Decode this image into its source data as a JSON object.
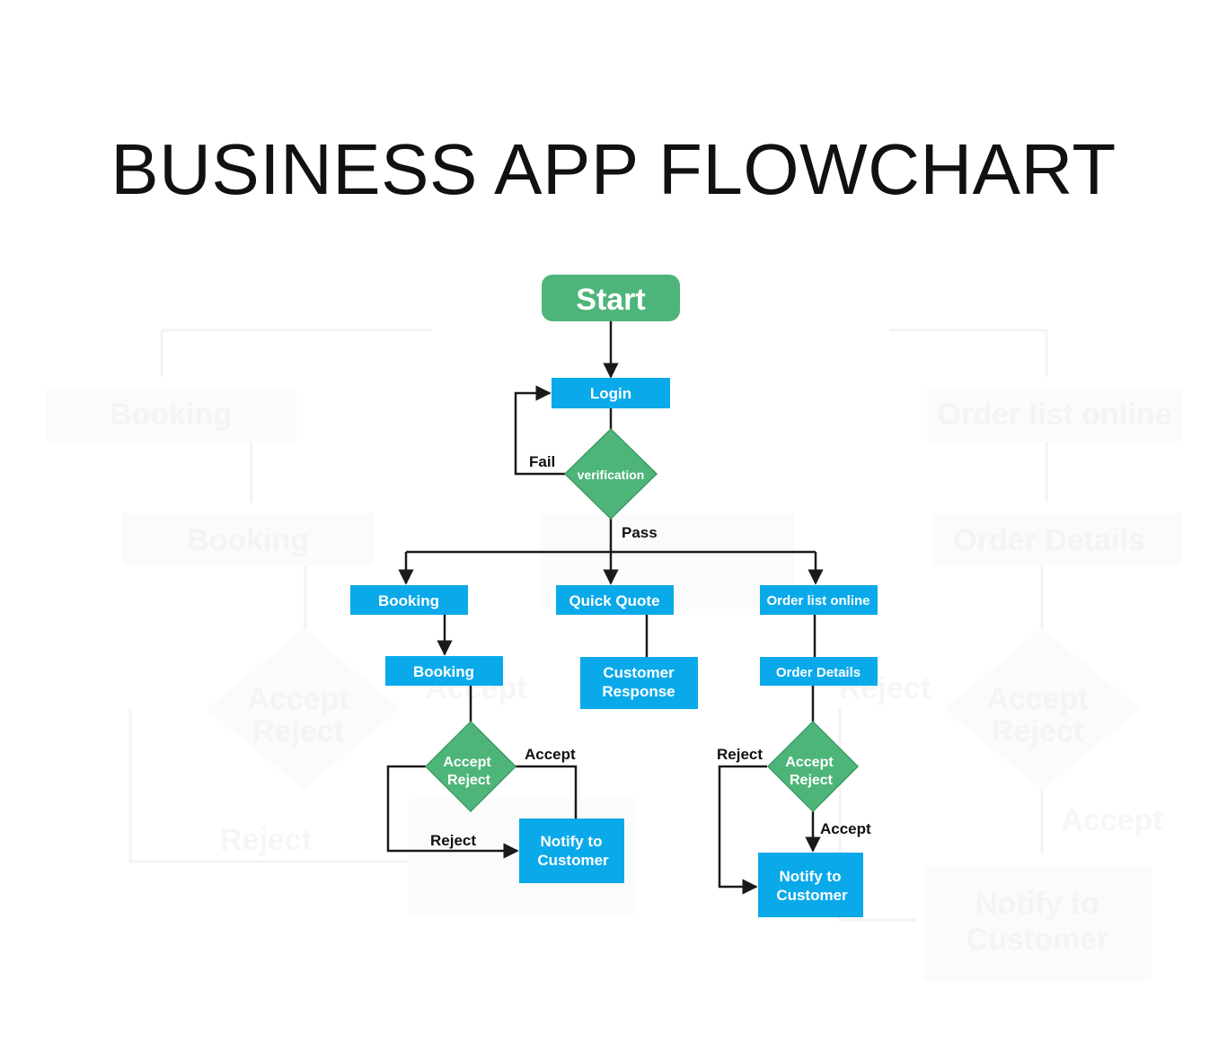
{
  "title": "BUSINESS APP FLOWCHART",
  "colors": {
    "process": "#0aa9ea",
    "decision": "#4db579",
    "terminal": "#4db579",
    "edge": "#1a1a1a",
    "node_text": "#ffffff"
  },
  "nodes": {
    "start": {
      "label": "Start",
      "shape": "rounded-rectangle"
    },
    "login": {
      "label": "Login",
      "shape": "rectangle"
    },
    "verification": {
      "label": "verification",
      "shape": "diamond"
    },
    "booking": {
      "label": "Booking",
      "shape": "rectangle"
    },
    "quick_quote": {
      "label": "Quick Quote",
      "shape": "rectangle"
    },
    "order_list": {
      "label": "Order list online",
      "shape": "rectangle"
    },
    "booking2": {
      "label": "Booking",
      "shape": "rectangle"
    },
    "customer_response": {
      "label": [
        "Customer",
        "Response"
      ],
      "shape": "rectangle"
    },
    "order_details": {
      "label": "Order Details",
      "shape": "rectangle"
    },
    "accept_reject_left": {
      "label": [
        "Accept",
        "Reject"
      ],
      "shape": "diamond"
    },
    "accept_reject_right": {
      "label": [
        "Accept",
        "Reject"
      ],
      "shape": "diamond"
    },
    "notify_left": {
      "label": [
        "Notify to",
        "Customer"
      ],
      "shape": "rectangle"
    },
    "notify_right": {
      "label": [
        "Notify to",
        "Customer"
      ],
      "shape": "rectangle"
    }
  },
  "edges": [
    {
      "from": "start",
      "to": "login",
      "label": ""
    },
    {
      "from": "login",
      "to": "verification",
      "label": ""
    },
    {
      "from": "verification",
      "to": "login",
      "label": "Fail"
    },
    {
      "from": "verification",
      "to": "booking",
      "label": "Pass"
    },
    {
      "from": "verification",
      "to": "quick_quote",
      "label": ""
    },
    {
      "from": "verification",
      "to": "order_list",
      "label": ""
    },
    {
      "from": "booking",
      "to": "booking2",
      "label": ""
    },
    {
      "from": "quick_quote",
      "to": "customer_response",
      "label": ""
    },
    {
      "from": "order_list",
      "to": "order_details",
      "label": ""
    },
    {
      "from": "booking2",
      "to": "accept_reject_left",
      "label": ""
    },
    {
      "from": "order_details",
      "to": "accept_reject_right",
      "label": ""
    },
    {
      "from": "accept_reject_left",
      "to": "notify_left",
      "label": "Accept"
    },
    {
      "from": "accept_reject_left",
      "to": "notify_left",
      "label": "Reject"
    },
    {
      "from": "accept_reject_right",
      "to": "notify_right",
      "label": "Accept"
    },
    {
      "from": "accept_reject_right",
      "to": "notify_right",
      "label": "Reject"
    }
  ],
  "edge_labels": {
    "fail": "Fail",
    "pass": "Pass",
    "accept_left": "Accept",
    "reject_left": "Reject",
    "reject_right": "Reject",
    "accept_right": "Accept"
  },
  "background_watermark": {
    "labels": [
      "Booking",
      "Booking",
      "Accept",
      "Reject",
      "Accept",
      "Reject",
      "Reject",
      "Order list online",
      "Order Details",
      "Accept",
      "Reject",
      "Accept",
      "Notify to",
      "Customer"
    ]
  }
}
